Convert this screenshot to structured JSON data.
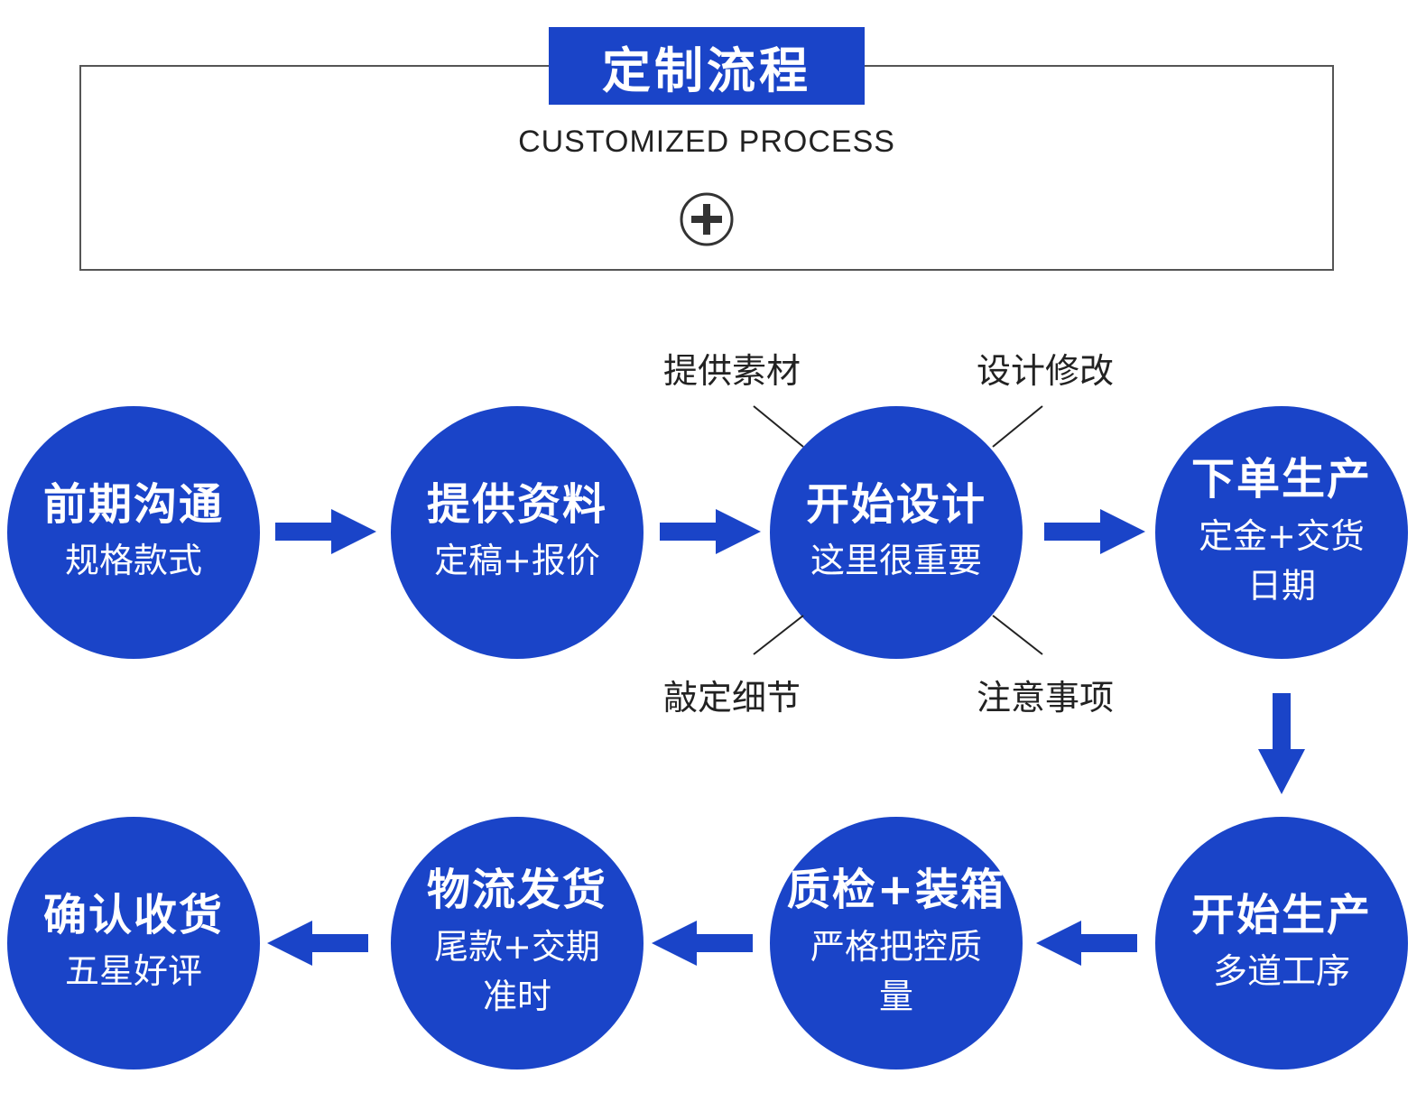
{
  "header": {
    "title": "定制流程",
    "subtitle": "CUSTOMIZED PROCESS",
    "icon": "plus-circle-icon"
  },
  "colors": {
    "accent": "#1a44c8",
    "frame": "#555555",
    "text": "#222222"
  },
  "steps": [
    {
      "title": "前期沟通",
      "sub": "规格款式"
    },
    {
      "title": "提供资料",
      "sub": "定稿+报价"
    },
    {
      "title": "开始设计",
      "sub": "这里很重要"
    },
    {
      "title": "下单生产",
      "sub": "定金+交货日期"
    },
    {
      "title": "开始生产",
      "sub": "多道工序"
    },
    {
      "title": "质检+装箱",
      "sub": "严格把控质量"
    },
    {
      "title": "物流发货",
      "sub": "尾款+交期准时"
    },
    {
      "title": "确认收货",
      "sub": "五星好评"
    }
  ],
  "design_notes": {
    "top_left": "提供素材",
    "top_right": "设计修改",
    "bottom_left": "敲定细节",
    "bottom_right": "注意事项"
  }
}
